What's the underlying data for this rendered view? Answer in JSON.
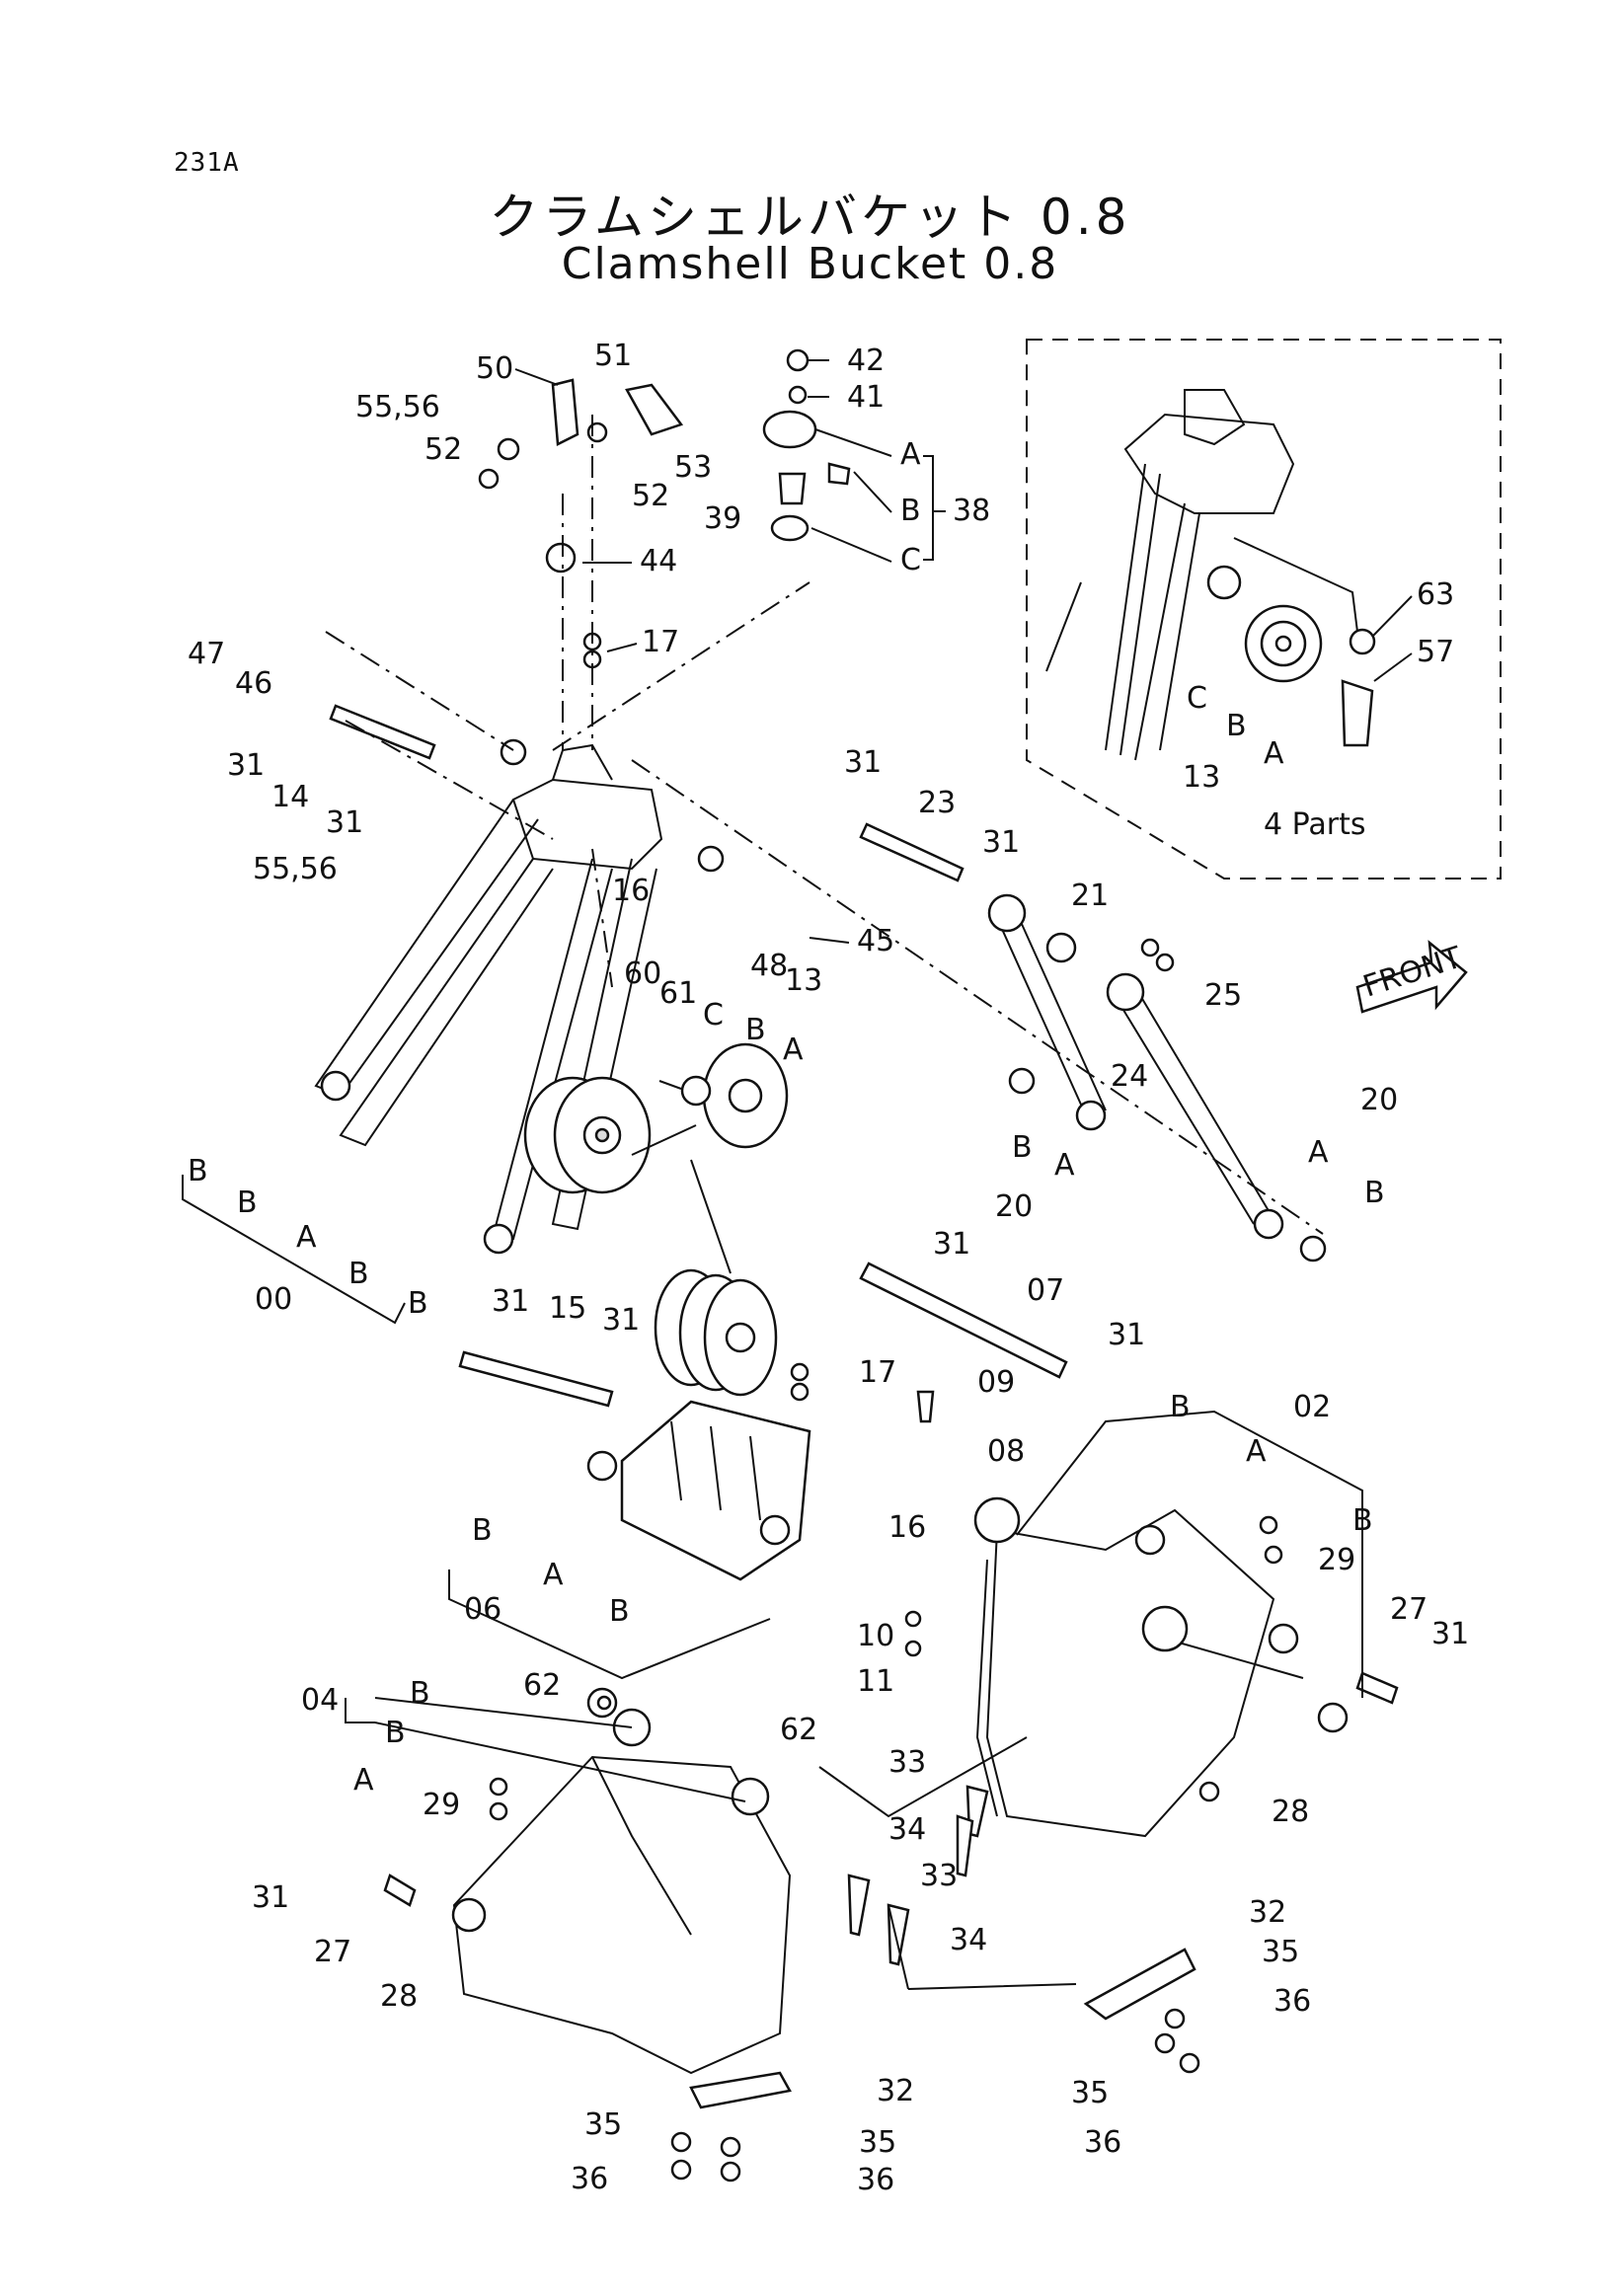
{
  "page_number": "231A",
  "title_japanese": "クラムシェルバケット 0.8",
  "title_english": "Clamshell Bucket 0.8",
  "inset_note": "4 Parts",
  "front_arrow_label": "FRONT",
  "labels": [
    {
      "id": "50",
      "text": "50"
    },
    {
      "id": "51",
      "text": "51"
    },
    {
      "id": "42",
      "text": "42"
    },
    {
      "id": "41",
      "text": "41"
    },
    {
      "id": "55_56a",
      "text": "55,56"
    },
    {
      "id": "52a",
      "text": "52"
    },
    {
      "id": "52b",
      "text": "52"
    },
    {
      "id": "53",
      "text": "53"
    },
    {
      "id": "A38",
      "text": "A"
    },
    {
      "id": "B38",
      "text": "B"
    },
    {
      "id": "38",
      "text": "38"
    },
    {
      "id": "39",
      "text": "39"
    },
    {
      "id": "C38",
      "text": "C"
    },
    {
      "id": "44",
      "text": "44"
    },
    {
      "id": "17a",
      "text": "17"
    },
    {
      "id": "47",
      "text": "47"
    },
    {
      "id": "46",
      "text": "46"
    },
    {
      "id": "31a",
      "text": "31"
    },
    {
      "id": "14",
      "text": "14"
    },
    {
      "id": "31b",
      "text": "31"
    },
    {
      "id": "55_56b",
      "text": "55,56"
    },
    {
      "id": "31c",
      "text": "31"
    },
    {
      "id": "23",
      "text": "23"
    },
    {
      "id": "31d",
      "text": "31"
    },
    {
      "id": "16a",
      "text": "16"
    },
    {
      "id": "60",
      "text": "60"
    },
    {
      "id": "61",
      "text": "61"
    },
    {
      "id": "48",
      "text": "48"
    },
    {
      "id": "45",
      "text": "45"
    },
    {
      "id": "13a",
      "text": "13"
    },
    {
      "id": "C13",
      "text": "C"
    },
    {
      "id": "B13",
      "text": "B"
    },
    {
      "id": "A13",
      "text": "A"
    },
    {
      "id": "21",
      "text": "21"
    },
    {
      "id": "25",
      "text": "25"
    },
    {
      "id": "24",
      "text": "24"
    },
    {
      "id": "20a",
      "text": "20"
    },
    {
      "id": "A20a",
      "text": "A"
    },
    {
      "id": "B20a",
      "text": "B"
    },
    {
      "id": "B20b",
      "text": "B"
    },
    {
      "id": "A20b",
      "text": "A"
    },
    {
      "id": "20b",
      "text": "20"
    },
    {
      "id": "B00a",
      "text": "B"
    },
    {
      "id": "B00b",
      "text": "B"
    },
    {
      "id": "A00",
      "text": "A"
    },
    {
      "id": "00",
      "text": "00"
    },
    {
      "id": "B00c",
      "text": "B"
    },
    {
      "id": "B00d",
      "text": "B"
    },
    {
      "id": "31e",
      "text": "31"
    },
    {
      "id": "07",
      "text": "07"
    },
    {
      "id": "31f",
      "text": "31"
    },
    {
      "id": "31g",
      "text": "31"
    },
    {
      "id": "15",
      "text": "15"
    },
    {
      "id": "31h",
      "text": "31"
    },
    {
      "id": "17b",
      "text": "17"
    },
    {
      "id": "09",
      "text": "09"
    },
    {
      "id": "B02",
      "text": "B"
    },
    {
      "id": "02",
      "text": "02"
    },
    {
      "id": "08",
      "text": "08"
    },
    {
      "id": "A02",
      "text": "A"
    },
    {
      "id": "B02b",
      "text": "B"
    },
    {
      "id": "29a",
      "text": "29"
    },
    {
      "id": "B06a",
      "text": "B"
    },
    {
      "id": "A06",
      "text": "A"
    },
    {
      "id": "06",
      "text": "06"
    },
    {
      "id": "B06b",
      "text": "B"
    },
    {
      "id": "16b",
      "text": "16"
    },
    {
      "id": "10",
      "text": "10"
    },
    {
      "id": "11",
      "text": "11"
    },
    {
      "id": "27a",
      "text": "27"
    },
    {
      "id": "31i",
      "text": "31"
    },
    {
      "id": "28a",
      "text": "28"
    },
    {
      "id": "04",
      "text": "04"
    },
    {
      "id": "B04a",
      "text": "B"
    },
    {
      "id": "B04b",
      "text": "B"
    },
    {
      "id": "A04",
      "text": "A"
    },
    {
      "id": "62a",
      "text": "62"
    },
    {
      "id": "62b",
      "text": "62"
    },
    {
      "id": "29b",
      "text": "29"
    },
    {
      "id": "33a",
      "text": "33"
    },
    {
      "id": "34a",
      "text": "34"
    },
    {
      "id": "33b",
      "text": "33"
    },
    {
      "id": "34b",
      "text": "34"
    },
    {
      "id": "31j",
      "text": "31"
    },
    {
      "id": "27b",
      "text": "27"
    },
    {
      "id": "28b",
      "text": "28"
    },
    {
      "id": "32a",
      "text": "32"
    },
    {
      "id": "35a",
      "text": "35"
    },
    {
      "id": "36a",
      "text": "36"
    },
    {
      "id": "35b",
      "text": "35"
    },
    {
      "id": "36b",
      "text": "36"
    },
    {
      "id": "32b",
      "text": "32"
    },
    {
      "id": "35c",
      "text": "35"
    },
    {
      "id": "35d",
      "text": "35"
    },
    {
      "id": "36c",
      "text": "36"
    },
    {
      "id": "36d",
      "text": "36"
    },
    {
      "id": "63",
      "text": "63"
    },
    {
      "id": "57",
      "text": "57"
    },
    {
      "id": "C13i",
      "text": "C"
    },
    {
      "id": "B13i",
      "text": "B"
    },
    {
      "id": "A13i",
      "text": "A"
    },
    {
      "id": "13i",
      "text": "13"
    }
  ]
}
